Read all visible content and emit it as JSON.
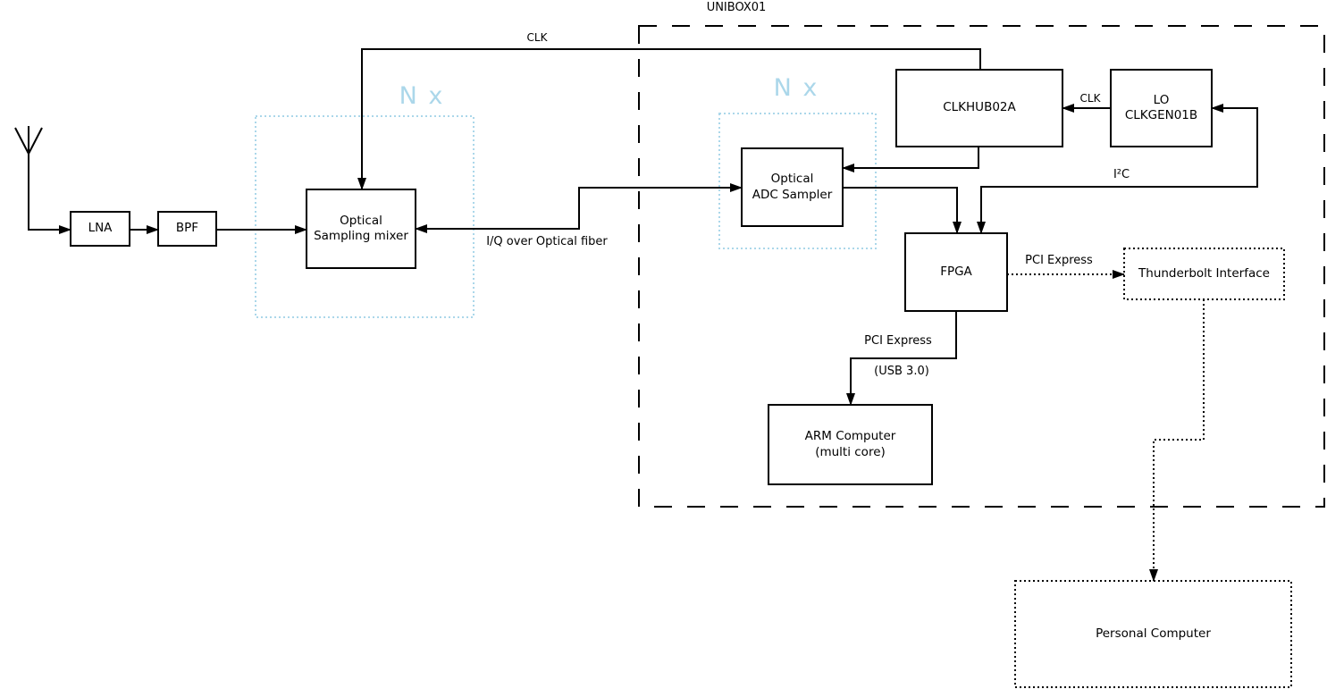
{
  "diagram": {
    "outer_box_label": "UNIBOX01",
    "blocks": {
      "lna": {
        "label": "LNA"
      },
      "bpf": {
        "label": "BPF"
      },
      "mixer": {
        "label": "Optical\nSampling mixer"
      },
      "adc": {
        "label": "Optical\nADC Sampler"
      },
      "clkhub": {
        "label": "CLKHUB02A"
      },
      "lo": {
        "label": "LO\nCLKGEN01B"
      },
      "fpga": {
        "label": "FPGA"
      },
      "arm": {
        "label": "ARM Computer\n(multi core)"
      },
      "thunderbolt": {
        "label": "Thunderbolt Interface"
      },
      "pc": {
        "label": "Personal Computer"
      }
    },
    "multipliers": {
      "left": "N x",
      "right": "N x"
    },
    "edge_labels": {
      "clk_top": "CLK",
      "clk_lo_to_hub": "CLK",
      "i2c": "I²C",
      "iq_fiber": "I/Q over Optical fiber",
      "pci_express_thunderbolt": "PCI Express",
      "pci_express_arm": "PCI Express",
      "usb": "(USB 3.0)"
    },
    "colors": {
      "line": "#000000",
      "multiplier_accent": "#abd7ea",
      "background": "#ffffff"
    }
  }
}
